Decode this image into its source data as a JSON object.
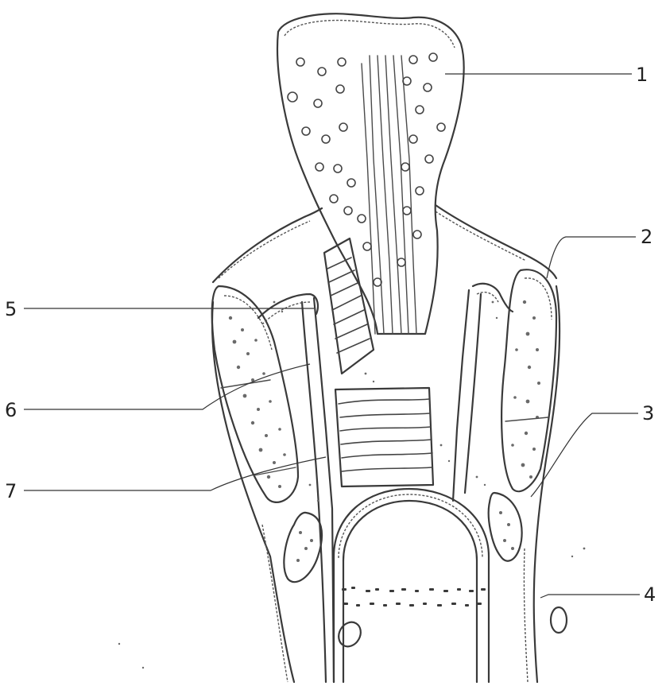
{
  "labels": [
    {
      "id": "1",
      "text": "1"
    },
    {
      "id": "2",
      "text": "2"
    },
    {
      "id": "3",
      "text": "3"
    },
    {
      "id": "4",
      "text": "4"
    },
    {
      "id": "5",
      "text": "5"
    },
    {
      "id": "6",
      "text": "6"
    },
    {
      "id": "7",
      "text": "7"
    }
  ]
}
